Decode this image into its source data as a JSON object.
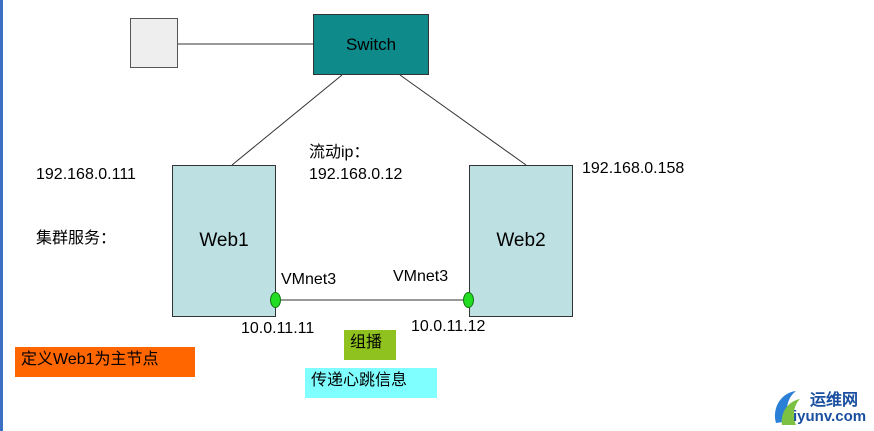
{
  "switch": {
    "label": "Switch"
  },
  "web1": {
    "label": "Web1",
    "ip": "192.168.0.111",
    "nic_label": "VMnet3",
    "nic_ip": "10.0.11.11"
  },
  "web2": {
    "label": "Web2",
    "ip": "192.168.0.158",
    "nic_label": "VMnet3",
    "nic_ip": "10.0.11.12"
  },
  "floating_ip": {
    "label": "流动ip：",
    "value": "192.168.0.12"
  },
  "cluster_service": {
    "label": "集群服务："
  },
  "tags": {
    "primary_node": "定义Web1为主节点",
    "multicast": "组播",
    "heartbeat": "传递心跳信息"
  },
  "watermark": {
    "name": "运维网",
    "url": "iyunv.com"
  },
  "colors": {
    "switch": "#0f8a8a",
    "server": "#bde0e3",
    "nic": "#22dd22",
    "tag_primary": "#ff6600",
    "tag_multicast": "#8fc21e",
    "tag_heartbeat": "#7fffff"
  }
}
